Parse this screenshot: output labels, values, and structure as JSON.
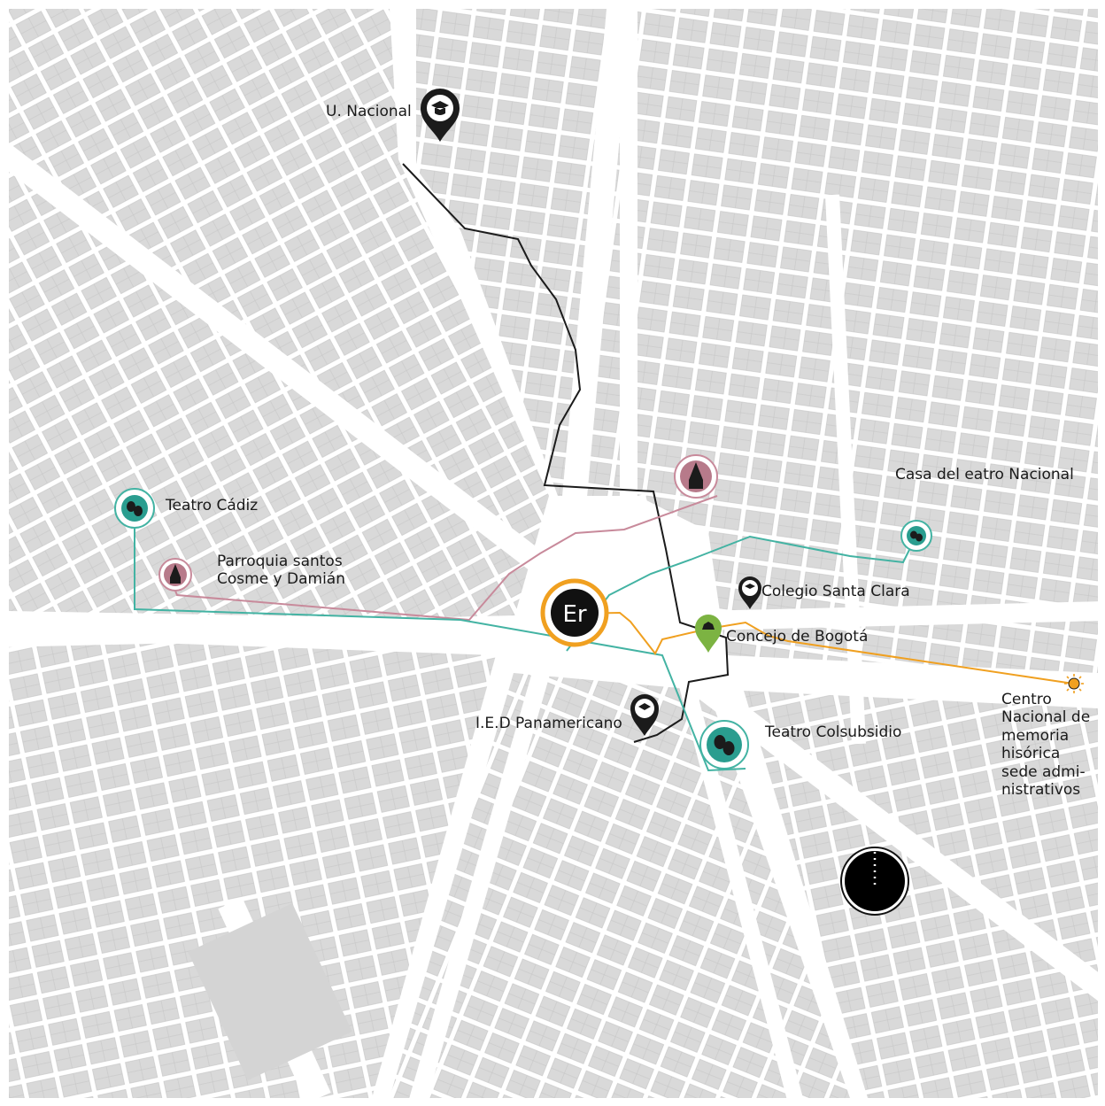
{
  "colors": {
    "block": "#d6d6d6",
    "block_alt": "#cfcfcf",
    "street": "#ffffff",
    "route_black": "#1b1b1b",
    "route_pink": "#c88a9b",
    "route_teal": "#43b3a3",
    "route_orange": "#f0a020",
    "pin_black": "#1b1b1b",
    "pin_green": "#7cb342",
    "hub_ring": "#f0a020"
  },
  "hub": {
    "label": "Er",
    "icon": "er-hub-icon"
  },
  "places": {
    "u_nacional": {
      "label": "U. Nacional",
      "icon": "graduation-cap-pin-icon"
    },
    "teatro_cadiz": {
      "label": "Teatro Cádiz",
      "icon": "theater-masks-icon"
    },
    "parroquia": {
      "label": "Parroquia santos Cosme y Damián",
      "icon": "church-icon"
    },
    "church_north": {
      "icon": "church-icon"
    },
    "casa_teatro": {
      "label": "Casa del eatro Nacional",
      "icon": "theater-masks-icon"
    },
    "colegio": {
      "label": "Colegio Santa Clara",
      "icon": "graduation-cap-pin-icon"
    },
    "concejo": {
      "label": "Concejo de Bogotá",
      "icon": "government-pin-icon"
    },
    "ied": {
      "label": "I.E.D Panamericano",
      "icon": "graduation-cap-pin-icon"
    },
    "teatro_colsubsidio": {
      "label": "Teatro Colsubsidio",
      "icon": "theater-masks-icon"
    },
    "centro_memoria": {
      "label": "Centro Nacional de memoria hisórica sede admi- nistrativos",
      "icon": "sun-icon"
    }
  },
  "scale_marker": {
    "icon": "dotted-circle-icon"
  }
}
